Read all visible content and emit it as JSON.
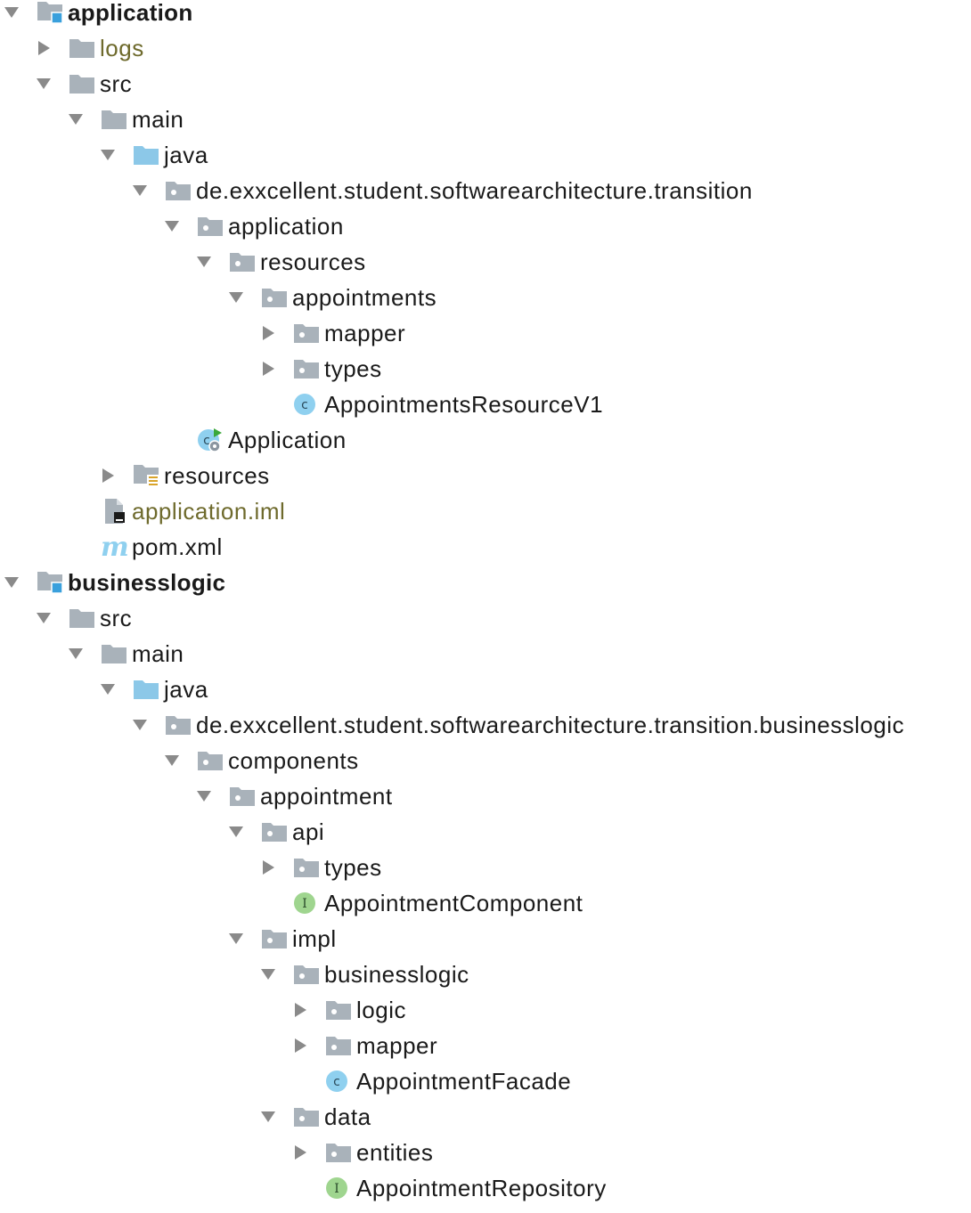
{
  "colors": {
    "folder": "#a9b2ba",
    "source_folder": "#8cc8e8",
    "module_badge": "#3aa0dc",
    "class_circle": "#8fd0ef",
    "interface_circle": "#9fd58f",
    "excluded_text": "#6e6a2c",
    "arrow": "#8a8a8a",
    "text": "#1a1a1a"
  },
  "tree": [
    {
      "label": "application",
      "depth": 0,
      "arrow": "down",
      "icon": "module-folder-icon",
      "style": "bold"
    },
    {
      "label": "logs",
      "depth": 1,
      "arrow": "right",
      "icon": "folder-icon",
      "style": "excluded"
    },
    {
      "label": "src",
      "depth": 1,
      "arrow": "down",
      "icon": "folder-icon",
      "style": ""
    },
    {
      "label": "main",
      "depth": 2,
      "arrow": "down",
      "icon": "folder-icon",
      "style": ""
    },
    {
      "label": "java",
      "depth": 3,
      "arrow": "down",
      "icon": "source-folder-icon",
      "style": ""
    },
    {
      "label": "de.exxcellent.student.softwarearchitecture.transition",
      "depth": 4,
      "arrow": "down",
      "icon": "package-icon",
      "style": ""
    },
    {
      "label": "application",
      "depth": 5,
      "arrow": "down",
      "icon": "package-icon",
      "style": ""
    },
    {
      "label": "resources",
      "depth": 6,
      "arrow": "down",
      "icon": "package-icon",
      "style": ""
    },
    {
      "label": "appointments",
      "depth": 7,
      "arrow": "down",
      "icon": "package-icon",
      "style": ""
    },
    {
      "label": "mapper",
      "depth": 8,
      "arrow": "right",
      "icon": "package-icon",
      "style": ""
    },
    {
      "label": "types",
      "depth": 8,
      "arrow": "right",
      "icon": "package-icon",
      "style": ""
    },
    {
      "label": "AppointmentsResourceV1",
      "depth": 8,
      "arrow": "",
      "icon": "class-icon",
      "style": ""
    },
    {
      "label": "Application",
      "depth": 5,
      "arrow": "",
      "icon": "spring-boot-class-icon",
      "style": ""
    },
    {
      "label": "resources",
      "depth": 3,
      "arrow": "right",
      "icon": "resources-folder-icon",
      "style": ""
    },
    {
      "label": "application.iml",
      "depth": 2,
      "arrow": "",
      "icon": "iml-file-icon",
      "style": "excluded"
    },
    {
      "label": "pom.xml",
      "depth": 2,
      "arrow": "",
      "icon": "maven-icon",
      "style": ""
    },
    {
      "label": "businesslogic",
      "depth": 0,
      "arrow": "down",
      "icon": "module-folder-icon",
      "style": "bold"
    },
    {
      "label": "src",
      "depth": 1,
      "arrow": "down",
      "icon": "folder-icon",
      "style": ""
    },
    {
      "label": "main",
      "depth": 2,
      "arrow": "down",
      "icon": "folder-icon",
      "style": ""
    },
    {
      "label": "java",
      "depth": 3,
      "arrow": "down",
      "icon": "source-folder-icon",
      "style": ""
    },
    {
      "label": "de.exxcellent.student.softwarearchitecture.transition.businesslogic",
      "depth": 4,
      "arrow": "down",
      "icon": "package-icon",
      "style": ""
    },
    {
      "label": "components",
      "depth": 5,
      "arrow": "down",
      "icon": "package-icon",
      "style": ""
    },
    {
      "label": "appointment",
      "depth": 6,
      "arrow": "down",
      "icon": "package-icon",
      "style": ""
    },
    {
      "label": "api",
      "depth": 7,
      "arrow": "down",
      "icon": "package-icon",
      "style": ""
    },
    {
      "label": "types",
      "depth": 8,
      "arrow": "right",
      "icon": "package-icon",
      "style": ""
    },
    {
      "label": "AppointmentComponent",
      "depth": 8,
      "arrow": "",
      "icon": "interface-icon",
      "style": ""
    },
    {
      "label": "impl",
      "depth": 7,
      "arrow": "down",
      "icon": "package-icon",
      "style": ""
    },
    {
      "label": "businesslogic",
      "depth": 8,
      "arrow": "down",
      "icon": "package-icon",
      "style": ""
    },
    {
      "label": "logic",
      "depth": 9,
      "arrow": "right",
      "icon": "package-icon",
      "style": ""
    },
    {
      "label": "mapper",
      "depth": 9,
      "arrow": "right",
      "icon": "package-icon",
      "style": ""
    },
    {
      "label": "AppointmentFacade",
      "depth": 9,
      "arrow": "",
      "icon": "class-icon",
      "style": ""
    },
    {
      "label": "data",
      "depth": 8,
      "arrow": "down",
      "icon": "package-icon",
      "style": ""
    },
    {
      "label": "entities",
      "depth": 9,
      "arrow": "right",
      "icon": "package-icon",
      "style": ""
    },
    {
      "label": "AppointmentRepository",
      "depth": 9,
      "arrow": "",
      "icon": "interface-icon",
      "style": ""
    }
  ]
}
